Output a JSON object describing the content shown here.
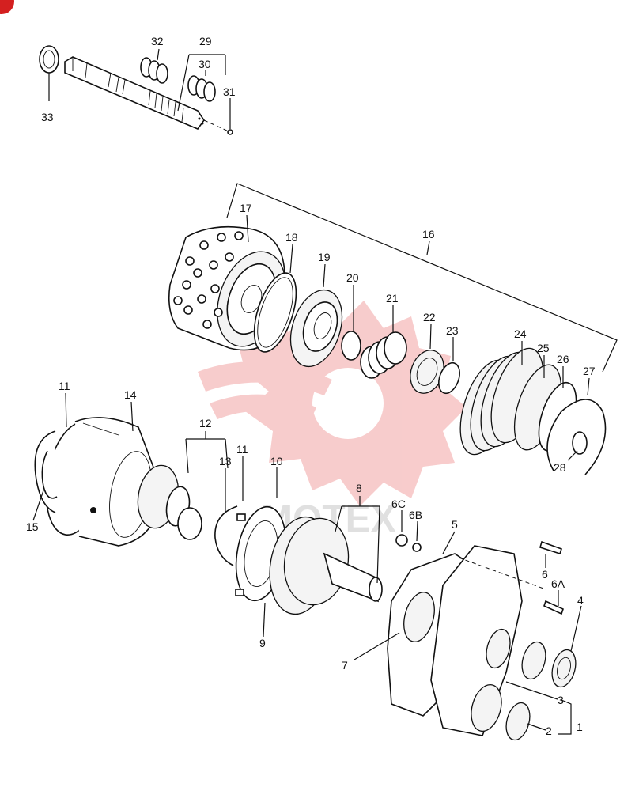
{
  "watermark": {
    "text": "MOTEX",
    "gear_color": "#f2a3a3",
    "text_color": "#d9d9d9"
  },
  "corner_badge_color": "#d42020",
  "callouts": [
    {
      "id": "c1",
      "label": "1"
    },
    {
      "id": "c2",
      "label": "2"
    },
    {
      "id": "c3",
      "label": "3"
    },
    {
      "id": "c4",
      "label": "4"
    },
    {
      "id": "c5",
      "label": "5"
    },
    {
      "id": "c6",
      "label": "6"
    },
    {
      "id": "c6a",
      "label": "6A"
    },
    {
      "id": "c6b",
      "label": "6B"
    },
    {
      "id": "c6c",
      "label": "6C"
    },
    {
      "id": "c7",
      "label": "7"
    },
    {
      "id": "c8",
      "label": "8"
    },
    {
      "id": "c9",
      "label": "9"
    },
    {
      "id": "c10",
      "label": "10"
    },
    {
      "id": "c11a",
      "label": "11"
    },
    {
      "id": "c11b",
      "label": "11"
    },
    {
      "id": "c12",
      "label": "12"
    },
    {
      "id": "c13",
      "label": "13"
    },
    {
      "id": "c14",
      "label": "14"
    },
    {
      "id": "c15",
      "label": "15"
    },
    {
      "id": "c16",
      "label": "16"
    },
    {
      "id": "c17",
      "label": "17"
    },
    {
      "id": "c18",
      "label": "18"
    },
    {
      "id": "c19",
      "label": "19"
    },
    {
      "id": "c20",
      "label": "20"
    },
    {
      "id": "c21",
      "label": "21"
    },
    {
      "id": "c22",
      "label": "22"
    },
    {
      "id": "c23",
      "label": "23"
    },
    {
      "id": "c24",
      "label": "24"
    },
    {
      "id": "c25",
      "label": "25"
    },
    {
      "id": "c26",
      "label": "26"
    },
    {
      "id": "c27",
      "label": "27"
    },
    {
      "id": "c28",
      "label": "28"
    },
    {
      "id": "c29",
      "label": "29"
    },
    {
      "id": "c30",
      "label": "30"
    },
    {
      "id": "c31",
      "label": "31"
    },
    {
      "id": "c32",
      "label": "32"
    },
    {
      "id": "c33",
      "label": "33"
    }
  ]
}
